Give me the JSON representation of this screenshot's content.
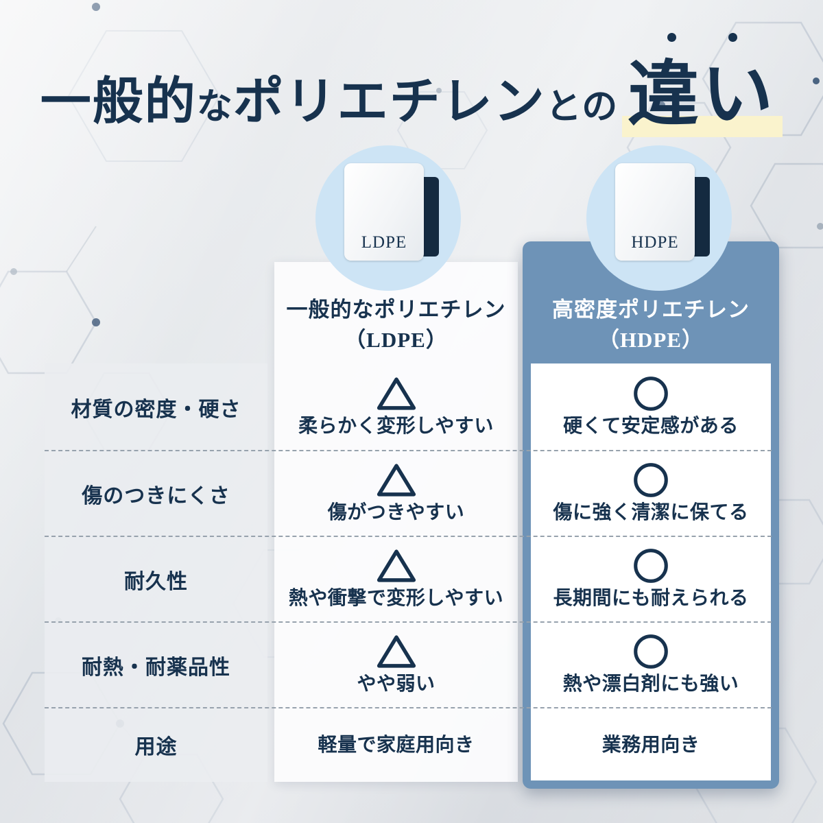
{
  "colors": {
    "navy": "#17324e",
    "steel_blue": "#6e93b7",
    "light_blue_circle": "#cde4f5",
    "highlight_yellow": "#faf3cd",
    "panel_white": "#ffffff",
    "label_panel_gray": "#eaedf0"
  },
  "title": {
    "part1": "一般的",
    "part2": "な",
    "part3": "ポリエチレン",
    "part4": "との",
    "emphasis": "違い"
  },
  "badges": {
    "ldpe": "LDPE",
    "hdpe": "HDPE"
  },
  "columns": {
    "ldpe": {
      "line1": "一般的なポリエチレン",
      "line2": "（LDPE）"
    },
    "hdpe": {
      "line1": "高密度ポリエチレン",
      "line2": "（HDPE）"
    }
  },
  "rows": [
    {
      "label": "材質の密度・硬さ",
      "ldpe": {
        "mark": "triangle",
        "text": "柔らかく変形しやすい"
      },
      "hdpe": {
        "mark": "circle",
        "text": "硬くて安定感がある"
      }
    },
    {
      "label": "傷のつきにくさ",
      "ldpe": {
        "mark": "triangle",
        "text": "傷がつきやすい"
      },
      "hdpe": {
        "mark": "circle",
        "text": "傷に強く清潔に保てる"
      }
    },
    {
      "label": "耐久性",
      "ldpe": {
        "mark": "triangle",
        "text": "熱や衝撃で変形しやすい"
      },
      "hdpe": {
        "mark": "circle",
        "text": "長期間にも耐えられる"
      }
    },
    {
      "label": "耐熱・耐薬品性",
      "ldpe": {
        "mark": "triangle",
        "text": "やや弱い"
      },
      "hdpe": {
        "mark": "circle",
        "text": "熱や漂白剤にも強い"
      }
    },
    {
      "label": "用途",
      "ldpe": {
        "text": "軽量で家庭用向き"
      },
      "hdpe": {
        "text": "業務用向き"
      }
    }
  ]
}
